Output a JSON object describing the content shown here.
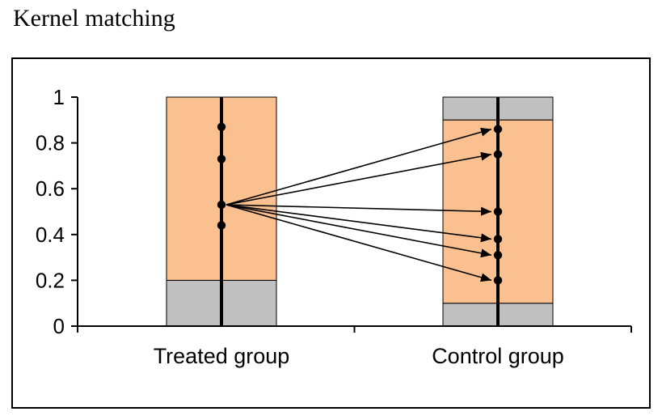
{
  "page": {
    "title": "Kernel matching"
  },
  "chart_data": {
    "type": "bar",
    "title": "Kernel matching",
    "xlabel": "",
    "ylabel": "",
    "ylim": [
      0,
      1
    ],
    "grid": false,
    "legend": false,
    "yticks": [
      {
        "value": 0,
        "label": "0"
      },
      {
        "value": 0.2,
        "label": "0.2"
      },
      {
        "value": 0.4,
        "label": "0.4"
      },
      {
        "value": 0.6,
        "label": "0.6"
      },
      {
        "value": 0.8,
        "label": "0.8"
      },
      {
        "value": 1,
        "label": "1"
      }
    ],
    "groups": [
      {
        "label": "Treated group",
        "support_range": [
          0.2,
          1.0
        ],
        "off_support_ranges": [
          [
            0,
            0.2
          ]
        ],
        "points": [
          0.87,
          0.73,
          0.53,
          0.44
        ]
      },
      {
        "label": "Control group",
        "support_range": [
          0.1,
          0.9
        ],
        "off_support_ranges": [
          [
            0,
            0.1
          ],
          [
            0.9,
            1.0
          ]
        ],
        "points": [
          0.86,
          0.75,
          0.5,
          0.38,
          0.31,
          0.2
        ]
      }
    ],
    "arrows": {
      "from_group": 0,
      "from_value": 0.53,
      "to_group": 1,
      "to_values": [
        0.86,
        0.75,
        0.5,
        0.38,
        0.31,
        0.2
      ]
    },
    "colors": {
      "support_fill": "#FAC090",
      "off_support_fill": "#C0C0C0",
      "axis": "#000000",
      "background": "#FFFFFF"
    }
  }
}
